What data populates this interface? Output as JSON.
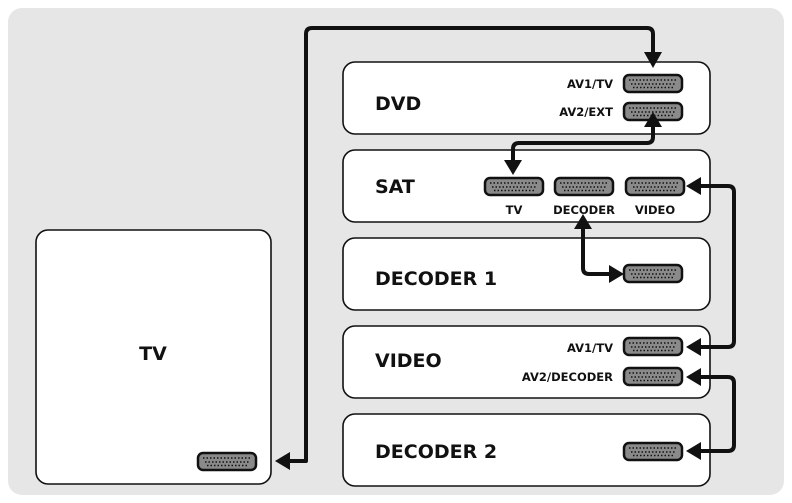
{
  "colors": {
    "panel_background": "#e6e6e6",
    "box_fill": "#ffffff",
    "stroke": "#111111",
    "scart_fill": "#8a8a8a"
  },
  "devices": {
    "tv": {
      "label": "TV"
    },
    "dvd": {
      "label": "DVD",
      "port_av1": "AV1/TV",
      "port_av2": "AV2/EXT"
    },
    "sat": {
      "label": "SAT",
      "port_tv": "TV",
      "port_decoder": "DECODER",
      "port_video": "VIDEO"
    },
    "decoder1": {
      "label": "DECODER 1"
    },
    "video": {
      "label": "VIDEO",
      "port_av1": "AV1/TV",
      "port_av2": "AV2/DECODER"
    },
    "decoder2": {
      "label": "DECODER 2"
    }
  },
  "icons": {
    "connector": "scart-connector-icon",
    "link": "double-arrow-cable"
  }
}
